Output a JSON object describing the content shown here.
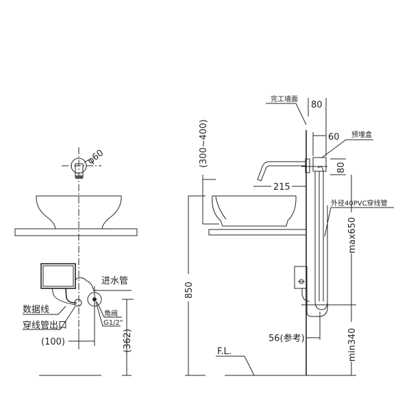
{
  "front_view": {
    "diameter_label": "φ60",
    "inlet_label": "进水管",
    "data_cable_label": "数据线",
    "conduit_outlet_label": "穿线管出口",
    "angle_valve_label": "角阀",
    "thread_label": "G1/2\"",
    "offset_dim": "(100)",
    "height_dim": "(362)"
  },
  "side_view": {
    "finished_wall_label": "完工墙面",
    "dim_80_top": "80",
    "dim_60": "60",
    "embedded_box_label": "预埋盒",
    "dim_80_right": "80",
    "dim_215": "215",
    "conduit_label": "外径40PVC穿线管",
    "dim_max650": "max650",
    "dim_min340": "min340",
    "dim_56": "56(参考)",
    "dim_850": "850",
    "dim_300_400": "(300~400)",
    "floor_label": "F.L."
  }
}
